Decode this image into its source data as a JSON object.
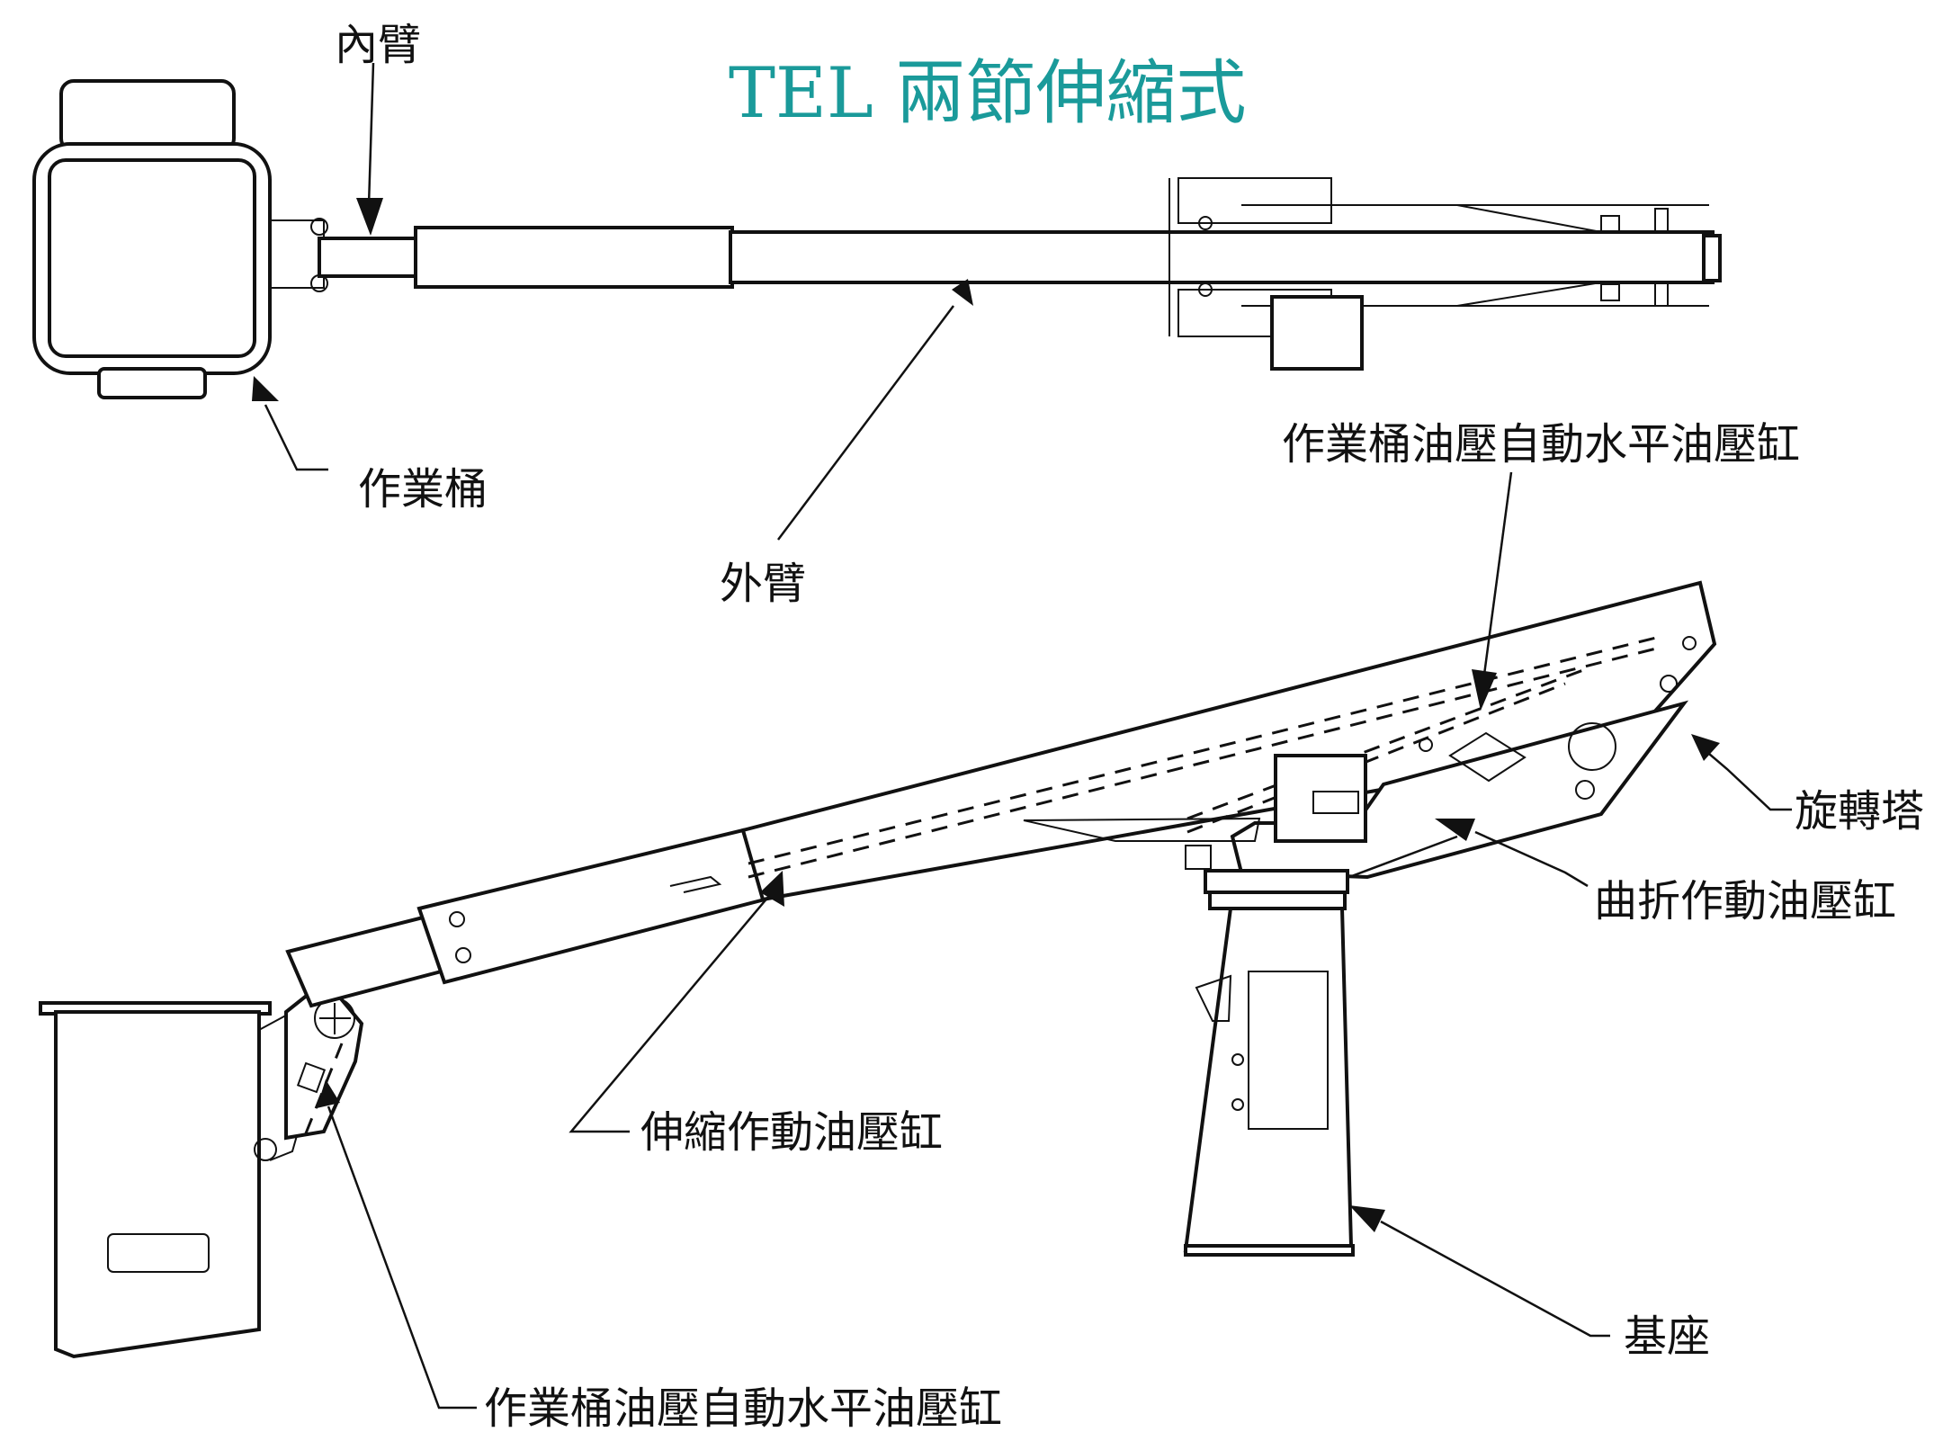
{
  "title": "TEL 兩節伸縮式",
  "labels": {
    "inner_arm": "內臂",
    "bucket": "作業桶",
    "outer_arm": "外臂",
    "bucket_leveling_cylinder_top": "作業桶油壓自動水平油壓缸",
    "turret": "旋轉塔",
    "articulating_cylinder": "曲折作動油壓缸",
    "telescoping_cylinder": "伸縮作動油壓缸",
    "base": "基座",
    "bucket_leveling_cylinder_bottom": "作業桶油壓自動水平油壓缸"
  },
  "colors": {
    "title": "#1a9a9a",
    "line": "#111111"
  }
}
